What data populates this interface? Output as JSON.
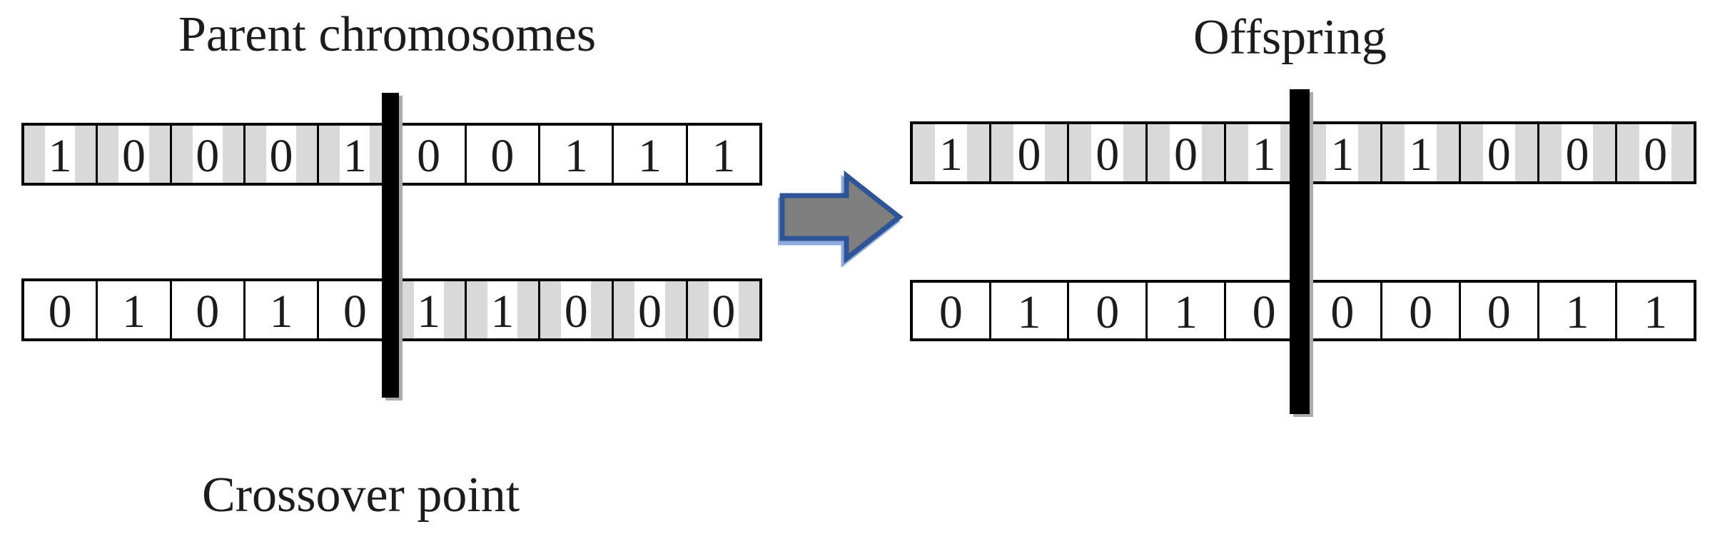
{
  "titles": {
    "parents": "Parent chromosomes",
    "offspring": "Offspring",
    "crossover": "Crossover point"
  },
  "colors": {
    "cell-shade": "#d9d9d9",
    "cell-band": "#ffffff",
    "cell-border": "#000000",
    "bar": "#000000",
    "bar-shadow": "#ababab",
    "arrow-fill": "#7f7f7f",
    "arrow-stroke": "#2f5496",
    "arrow-highlight": "#8ea9db",
    "text": "#1c1c1c",
    "background": "#ffffff"
  },
  "crossover_point_index": 5,
  "chromosomes": {
    "parent1": {
      "bits": [
        "1",
        "0",
        "0",
        "0",
        "1",
        "0",
        "0",
        "1",
        "1",
        "1"
      ],
      "shaded": [
        true,
        true,
        true,
        true,
        true,
        false,
        false,
        false,
        false,
        false
      ]
    },
    "parent2": {
      "bits": [
        "0",
        "1",
        "0",
        "1",
        "0",
        "1",
        "1",
        "0",
        "0",
        "0"
      ],
      "shaded": [
        false,
        false,
        false,
        false,
        false,
        true,
        true,
        true,
        true,
        true
      ]
    },
    "offspring1": {
      "bits": [
        "1",
        "0",
        "0",
        "0",
        "1",
        "1",
        "1",
        "0",
        "0",
        "0"
      ],
      "shaded": [
        true,
        true,
        true,
        true,
        true,
        true,
        true,
        true,
        true,
        true
      ]
    },
    "offspring2": {
      "bits": [
        "0",
        "1",
        "0",
        "1",
        "0",
        "0",
        "0",
        "0",
        "1",
        "1"
      ],
      "shaded": [
        false,
        false,
        false,
        false,
        false,
        false,
        false,
        false,
        false,
        false
      ]
    }
  }
}
